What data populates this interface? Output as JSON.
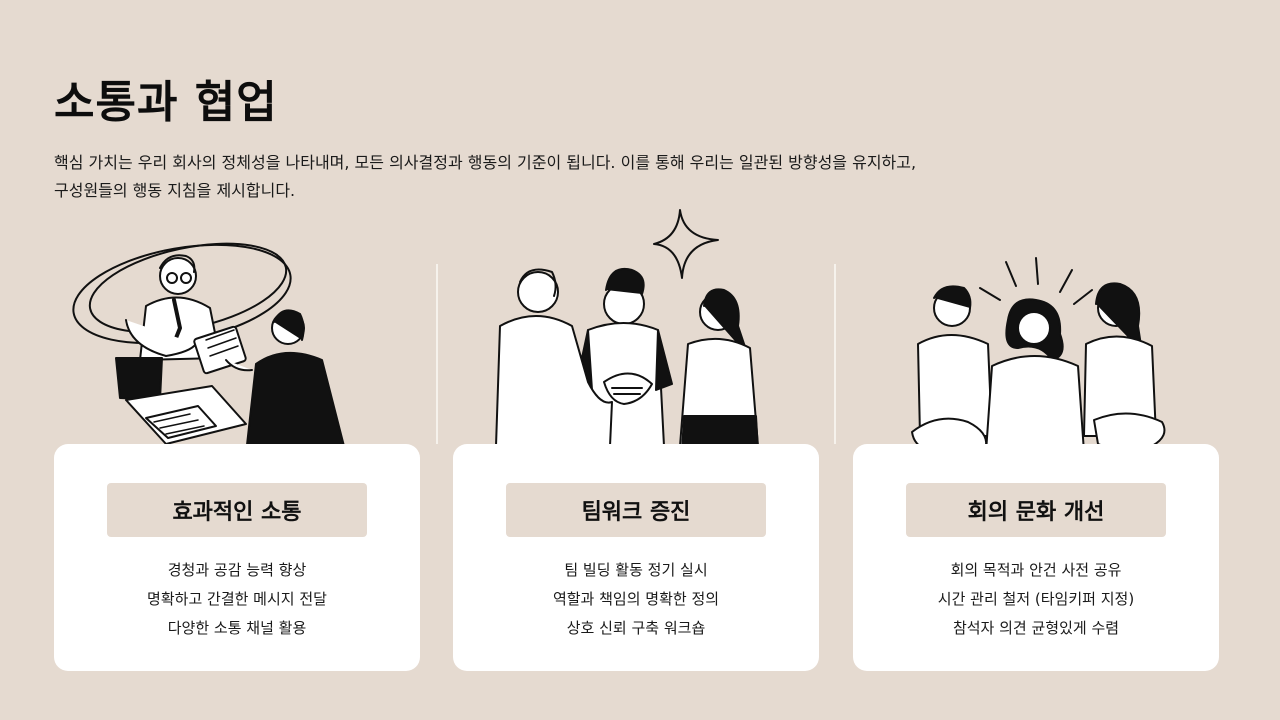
{
  "page": {
    "title": "소통과 협업",
    "description_line1": "핵심 가치는 우리 회사의 정체성을 나타내며, 모든 의사결정과 행동의 기준이 됩니다. 이를 통해 우리는 일관된 방향성을 유지하고,",
    "description_line2": "구성원들의 행동 지침을 제시합니다."
  },
  "colors": {
    "background": "#e5dad0",
    "card": "#ffffff",
    "label_bg": "#e5dad0",
    "ink": "#111111"
  },
  "cards": [
    {
      "label": "효과적인 소통",
      "items": [
        "경청과 공감 능력 향상",
        "명확하고 간결한 메시지 전달",
        "다양한 소통 채널 활용"
      ],
      "illustration": "meeting-discussion-illustration"
    },
    {
      "label": "팀워크 증진",
      "items": [
        "팀 빌딩 활동 정기 실시",
        "역할과 책임의 명확한 정의",
        "상호 신뢰 구축 워크숍"
      ],
      "illustration": "handshake-team-illustration"
    },
    {
      "label": "회의 문화 개선",
      "items": [
        "회의 목적과 안건 사전 공유",
        "시간 관리 철저 (타임키퍼 지정)",
        "참석자 의견 균형있게 수렴"
      ],
      "illustration": "group-welcome-illustration"
    }
  ]
}
